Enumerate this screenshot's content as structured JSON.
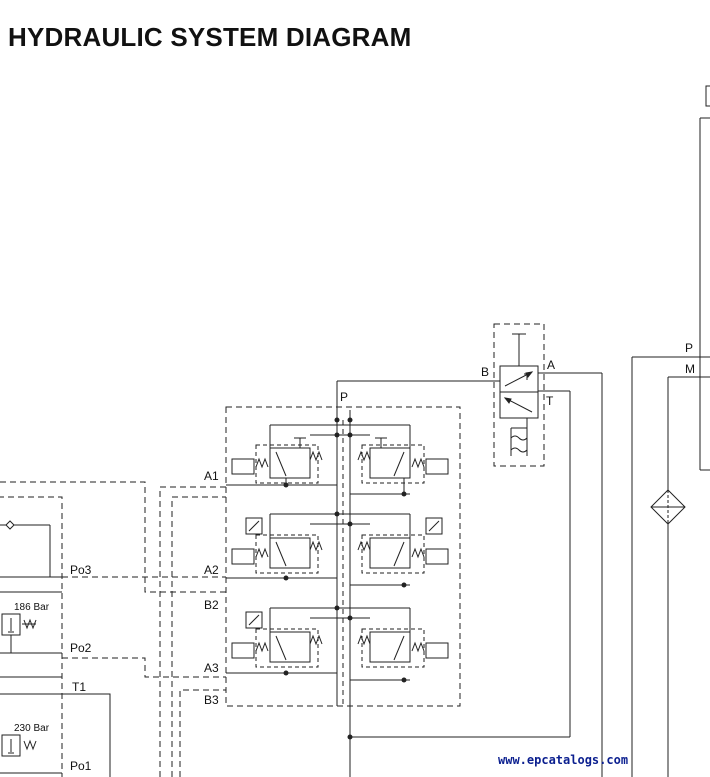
{
  "title": "HYDRAULIC SYSTEM DIAGRAM",
  "ports": {
    "p_main": "P",
    "p_right": "P",
    "m_right": "M",
    "a_valve": "A",
    "b_valve": "B",
    "t_valve": "T",
    "a1": "A1",
    "a2": "A2",
    "a3": "A3",
    "b2": "B2",
    "b3": "B3",
    "po1": "Po1",
    "po2": "Po2",
    "po3": "Po3",
    "t1": "T1"
  },
  "relief_settings": {
    "upper": "186 Bar",
    "lower": "230 Bar"
  },
  "watermark": "www.epcatalogs.com"
}
